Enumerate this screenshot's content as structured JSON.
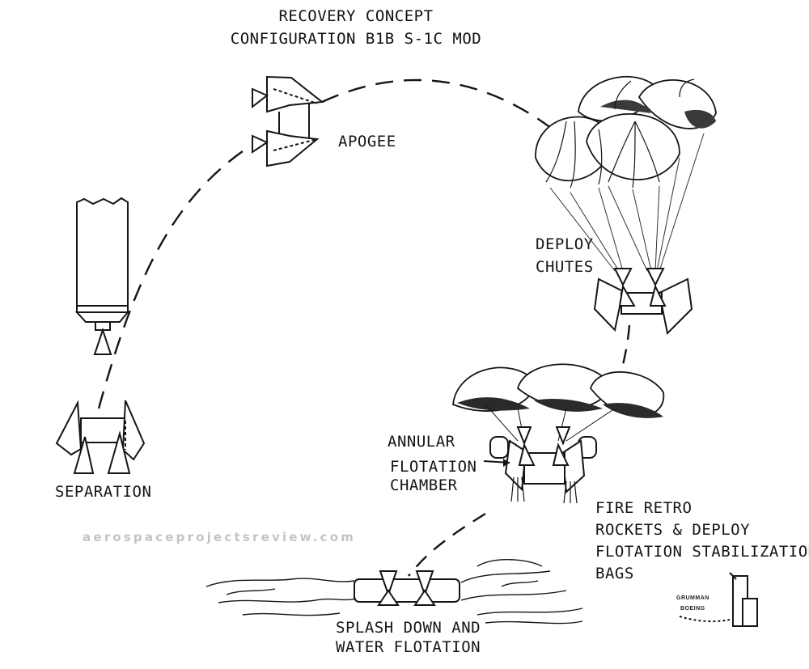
{
  "title": {
    "line1": "RECOVERY CONCEPT",
    "line2": "CONFIGURATION B1B S-1C MOD"
  },
  "stages": {
    "separation": "SEPARATION",
    "apogee": "APOGEE",
    "deploy_chutes": [
      "DEPLOY",
      "CHUTES"
    ],
    "annular_flotation_chamber": [
      "ANNULAR",
      "FLOTATION",
      "CHAMBER"
    ],
    "fire_retro": [
      "FIRE RETRO",
      "ROCKETS & DEPLOY",
      "FLOTATION STABILIZATION",
      "BAGS"
    ],
    "splash_down": [
      "SPLASH DOWN AND",
      "WATER FLOTATION"
    ]
  },
  "watermark": "aerospaceprojectsreview.com",
  "logo": {
    "line1": "GRUMMAN",
    "line2": "BOEING"
  },
  "colors": {
    "ink": "#151515",
    "canopy_shade": "#3a3a3a",
    "watermark": "#c4c4c4",
    "background": "#ffffff"
  }
}
